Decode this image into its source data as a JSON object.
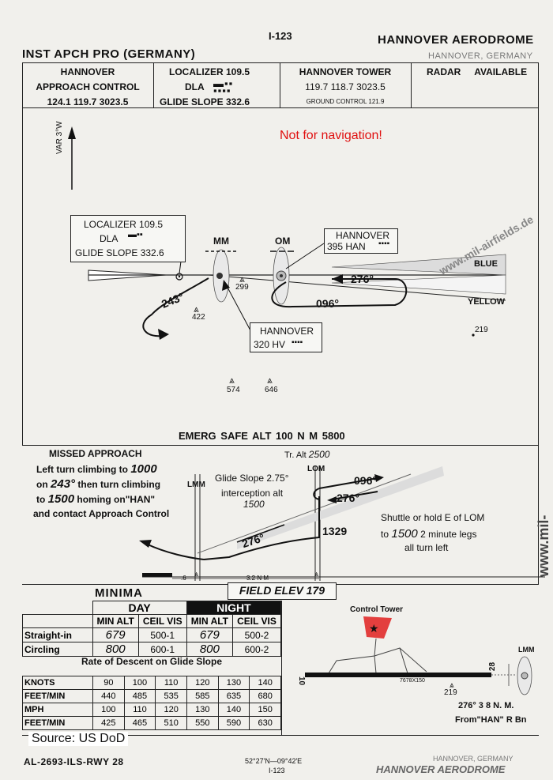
{
  "header": {
    "page_no": "I-123",
    "title_left": "INST APCH PRO (GERMANY)",
    "aerodrome": "HANNOVER AERODROME",
    "location": "HANNOVER, GERMANY",
    "approach": {
      "line1": "HANNOVER",
      "line2": "APPROACH CONTROL",
      "freqs": "124.1 119.7 3023.5"
    },
    "ils": {
      "loc": "LOCALIZER 109.5",
      "dla": "DLA",
      "gs": "GLIDE SLOPE 332.6"
    },
    "tower": {
      "name": "HANNOVER TOWER",
      "freqs": "119.7 118.7 3023.5",
      "ground": "GROUND CONTROL 121.9"
    },
    "radar": "RADAR AVAILABLE"
  },
  "notice": "Not for navigation!",
  "plan": {
    "var": "VAR 3°W",
    "loc_box": {
      "l1": "LOCALIZER 109.5",
      "l2": "DLA",
      "l3": "GLIDE SLOPE 332.6"
    },
    "mm": "MM",
    "om": "OM",
    "han_box": {
      "l1": "HANNOVER",
      "l2": "395 HAN"
    },
    "hv_box": {
      "l1": "HANNOVER",
      "l2": "320 HV"
    },
    "course_276": "276°",
    "course_096": "096°",
    "course_243": "243°",
    "blue": "BLUE",
    "yellow": "YELLOW",
    "obstacles": [
      "299",
      "422",
      "219",
      "574",
      "646"
    ]
  },
  "profile": {
    "emerg": "EMERG SAFE ALT 100 N M 5800",
    "missed_title": "MISSED APPROACH",
    "missed_l1": "Left turn climbing to",
    "missed_alt1": "1000",
    "missed_l2a": "on",
    "missed_hdg": "243°",
    "missed_l2b": "then turn climbing",
    "missed_l3a": "to",
    "missed_alt2": "1500",
    "missed_l3b": "homing on\"HAN\"",
    "missed_l4": "and contact Approach Control",
    "tr_alt_label": "Tr. Alt",
    "tr_alt": "2500",
    "lmm": "LMM",
    "lom": "LOM",
    "gs_l1": "Glide Slope 2.75°",
    "gs_l2": "interception alt",
    "gs_l3": "1500",
    "c096": "096°",
    "c276a": "276°",
    "c276b": "276°",
    "alt_1329": "1329",
    "hold_l1": "Shuttle or hold E of LOM",
    "hold_l2a": "to",
    "hold_alt": "1500",
    "hold_l2b": "2 minute legs",
    "hold_l3": "all turn left",
    "d6": ".6",
    "d32": "3.2 N M"
  },
  "minima": {
    "title": "MINIMA",
    "field_elev": "FIELD ELEV 179",
    "day": "DAY",
    "night": "NIGHT",
    "cols": [
      "MIN ALT",
      "CEIL VIS",
      "MIN ALT",
      "CEIL VIS"
    ],
    "rows": [
      {
        "label": "Straight-in",
        "v": [
          "679",
          "500-1",
          "679",
          "500-2"
        ]
      },
      {
        "label": "Circling",
        "v": [
          "800",
          "600-1",
          "800",
          "600-2"
        ]
      }
    ],
    "rod_title": "Rate of Descent on Glide Slope",
    "knots": {
      "label": "KNOTS",
      "v": [
        "90",
        "100",
        "110",
        "120",
        "130",
        "140"
      ]
    },
    "fpm_k": {
      "label": "FEET/MIN",
      "v": [
        "440",
        "485",
        "535",
        "585",
        "635",
        "680"
      ]
    },
    "mph": {
      "label": "MPH",
      "v": [
        "100",
        "110",
        "120",
        "130",
        "140",
        "150"
      ]
    },
    "fpm_m": {
      "label": "FEET/MIN",
      "v": [
        "425",
        "465",
        "510",
        "550",
        "590",
        "630"
      ]
    }
  },
  "aerodrome_sketch": {
    "tower": "Control Tower",
    "rwy_low": "10",
    "rwy_high": "28",
    "rwy_dims": "7678X150",
    "obst": "219",
    "lmm": "LMM",
    "dist": "276° 3 8 N. M.",
    "from": "From\"HAN\" R Bn"
  },
  "footer": {
    "source": "Source: US DoD",
    "chart_id": "AL-2693-ILS-RWY 28",
    "coords": "52°27'N—09°42'E",
    "page": "I-123",
    "loc": "HANNOVER, GERMANY",
    "aero": "HANNOVER AERODROME"
  },
  "watermark": "www.mil-airfields.de",
  "watermark_small": "www.mil-airfields.de"
}
